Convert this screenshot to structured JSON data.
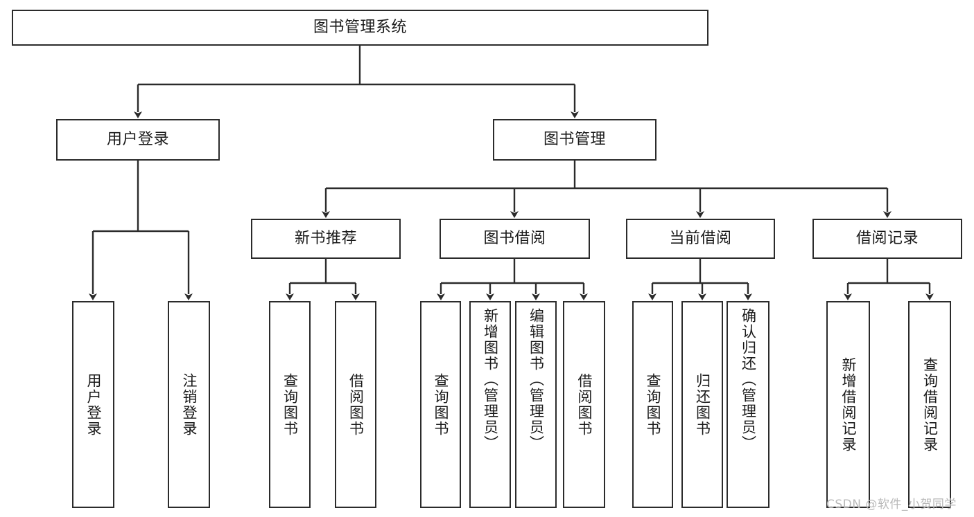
{
  "diagram": {
    "type": "tree",
    "title": "图书管理系统",
    "stroke_color": "#2b2b2b",
    "fill_color": "#ffffff",
    "text_color": "#1a1a1a",
    "root": {
      "id": "root",
      "label": "图书管理系统"
    },
    "level2": [
      {
        "id": "user-login",
        "label": "用户登录"
      },
      {
        "id": "book-management",
        "label": "图书管理"
      }
    ],
    "level3": [
      {
        "id": "new-book-recommend",
        "label": "新书推荐",
        "parent": "book-management"
      },
      {
        "id": "book-borrow",
        "label": "图书借阅",
        "parent": "book-management"
      },
      {
        "id": "current-borrow",
        "label": "当前借阅",
        "parent": "book-management"
      },
      {
        "id": "borrow-record",
        "label": "借阅记录",
        "parent": "book-management"
      }
    ],
    "leaves": [
      {
        "id": "leaf-user-login",
        "label": "用户登录",
        "parent": "user-login"
      },
      {
        "id": "leaf-user-logout",
        "label": "注销登录",
        "parent": "user-login"
      },
      {
        "id": "leaf-query-book-1",
        "label": "查询图书",
        "parent": "new-book-recommend"
      },
      {
        "id": "leaf-borrow-book-1",
        "label": "借阅图书",
        "parent": "new-book-recommend"
      },
      {
        "id": "leaf-query-book-2",
        "label": "查询图书",
        "parent": "book-borrow"
      },
      {
        "id": "leaf-add-book",
        "label": "新增图书（管理员）",
        "parent": "book-borrow"
      },
      {
        "id": "leaf-edit-book",
        "label": "编辑图书（管理员）",
        "parent": "book-borrow"
      },
      {
        "id": "leaf-borrow-book-2",
        "label": "借阅图书",
        "parent": "book-borrow"
      },
      {
        "id": "leaf-query-book-3",
        "label": "查询图书",
        "parent": "current-borrow"
      },
      {
        "id": "leaf-return-book",
        "label": "归还图书",
        "parent": "current-borrow"
      },
      {
        "id": "leaf-confirm-return",
        "label": "确认归还（管理员）",
        "parent": "current-borrow"
      },
      {
        "id": "leaf-add-record",
        "label": "新增借阅记录",
        "parent": "borrow-record"
      },
      {
        "id": "leaf-query-record",
        "label": "查询借阅记录",
        "parent": "borrow-record"
      }
    ]
  },
  "watermark": {
    "text": "CSDN @软件_小贺同学"
  }
}
